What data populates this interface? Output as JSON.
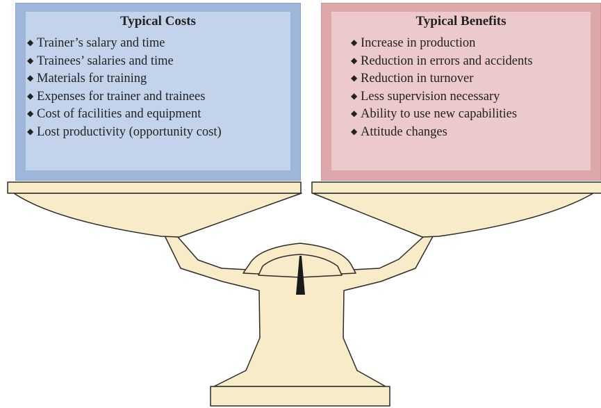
{
  "costs": {
    "title": "Typical Costs",
    "items": [
      "Trainer’s salary and time",
      "Trainees’ salaries and time",
      "Materials for training",
      "Expenses for trainer and trainees",
      "Cost of facilities and equipment",
      "Lost productivity (opportunity cost)"
    ]
  },
  "benefits": {
    "title": "Typical Benefits",
    "items": [
      "Increase in production",
      "Reduction in errors and accidents",
      "Reduction in turnover",
      "Less supervision necessary",
      "Ability to use new capabilities",
      "Attitude changes"
    ]
  },
  "colors": {
    "scale_fill": "#f8ecc8",
    "scale_stroke": "#2a2a2a",
    "costs_panel": "#c3d3ec",
    "benefits_panel": "#ecc9cb"
  }
}
